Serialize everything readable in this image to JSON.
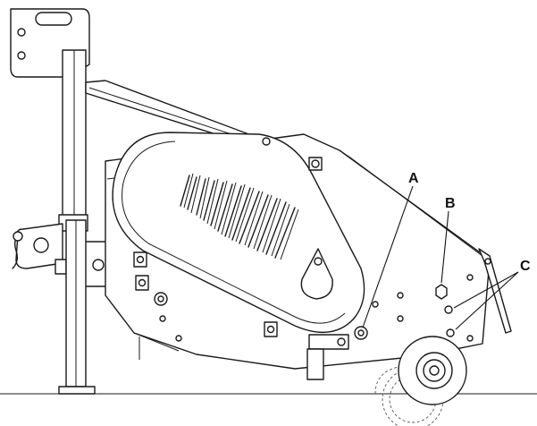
{
  "callouts": {
    "a": {
      "letter": "A"
    },
    "b": {
      "letter": "B"
    },
    "c": {
      "letter": "C"
    }
  },
  "colors": {
    "line": "#1a1a1a",
    "background": "#ffffff"
  }
}
